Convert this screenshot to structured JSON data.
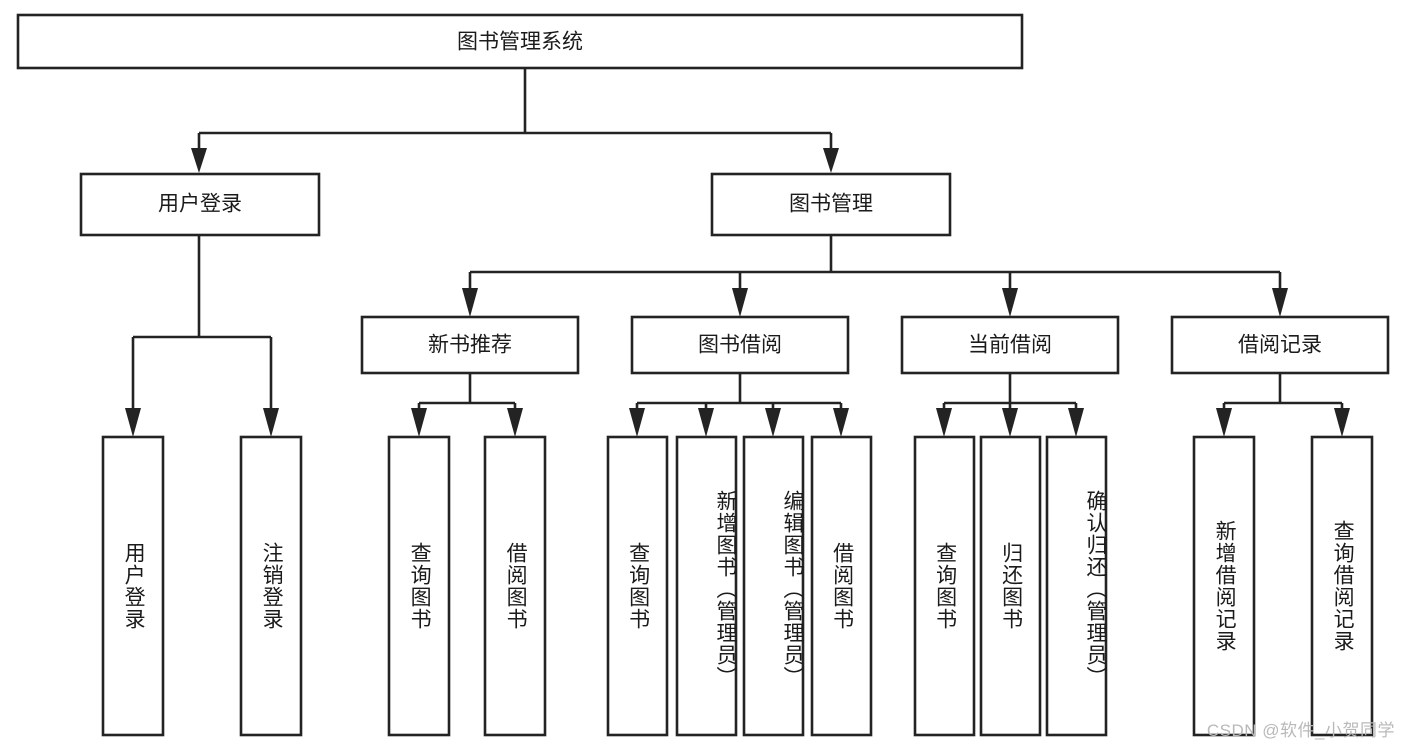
{
  "diagram": {
    "type": "tree",
    "title": "图书管理系统",
    "watermark": "CSDN @软件_小贺同学",
    "colors": {
      "stroke": "#232323",
      "box_fill": "#ffffff",
      "text": "#1b1b1b",
      "watermark": "#b9b9b9",
      "background": "#ffffff"
    },
    "root": {
      "label": "图书管理系统"
    },
    "level2": [
      {
        "label": "用户登录"
      },
      {
        "label": "图书管理"
      }
    ],
    "level3": [
      {
        "label": "新书推荐"
      },
      {
        "label": "图书借阅"
      },
      {
        "label": "当前借阅"
      },
      {
        "label": "借阅记录"
      }
    ],
    "leaves": {
      "user_login": [
        {
          "label": "用户登录"
        },
        {
          "label": "注销登录"
        }
      ],
      "new_book_recommend": [
        {
          "label": "查询图书"
        },
        {
          "label": "借阅图书"
        }
      ],
      "book_borrow": [
        {
          "label": "查询图书"
        },
        {
          "label": "新增图书（管理员）"
        },
        {
          "label": "编辑图书（管理员）"
        },
        {
          "label": "借阅图书"
        }
      ],
      "current_borrow": [
        {
          "label": "查询图书"
        },
        {
          "label": "归还图书"
        },
        {
          "label": "确认归还（管理员）"
        }
      ],
      "borrow_record": [
        {
          "label": "新增借阅记录"
        },
        {
          "label": "查询借阅记录"
        }
      ]
    }
  }
}
